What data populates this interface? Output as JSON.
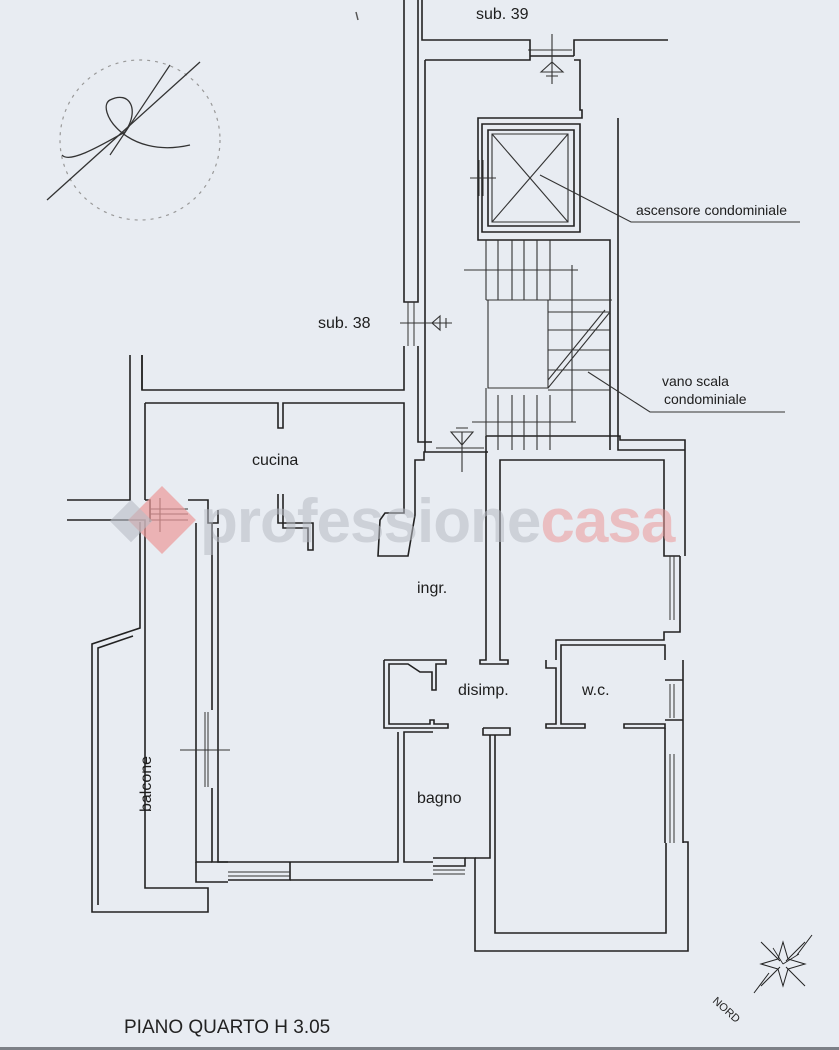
{
  "plan": {
    "title": "PIANO QUARTO H 3.05",
    "rooms": {
      "cucina": "cucina",
      "ingresso": "ingr.",
      "disimpegno": "disimp.",
      "wc": "w.c.",
      "bagno": "bagno",
      "balcone": "balcone"
    },
    "neighbors": {
      "sub39": "sub. 39",
      "sub38": "sub. 38"
    },
    "annotations": {
      "elevator": "ascensore condominiale",
      "stair_line1": "vano scala",
      "stair_line2": "condominiale"
    },
    "compass": {
      "label": "NORD"
    },
    "watermark": {
      "part1": "professione",
      "part2": "casa",
      "color_gray": "#b8bcc4",
      "color_red": "#ec9a9a"
    },
    "stamp_signature": "signature-stamp"
  }
}
